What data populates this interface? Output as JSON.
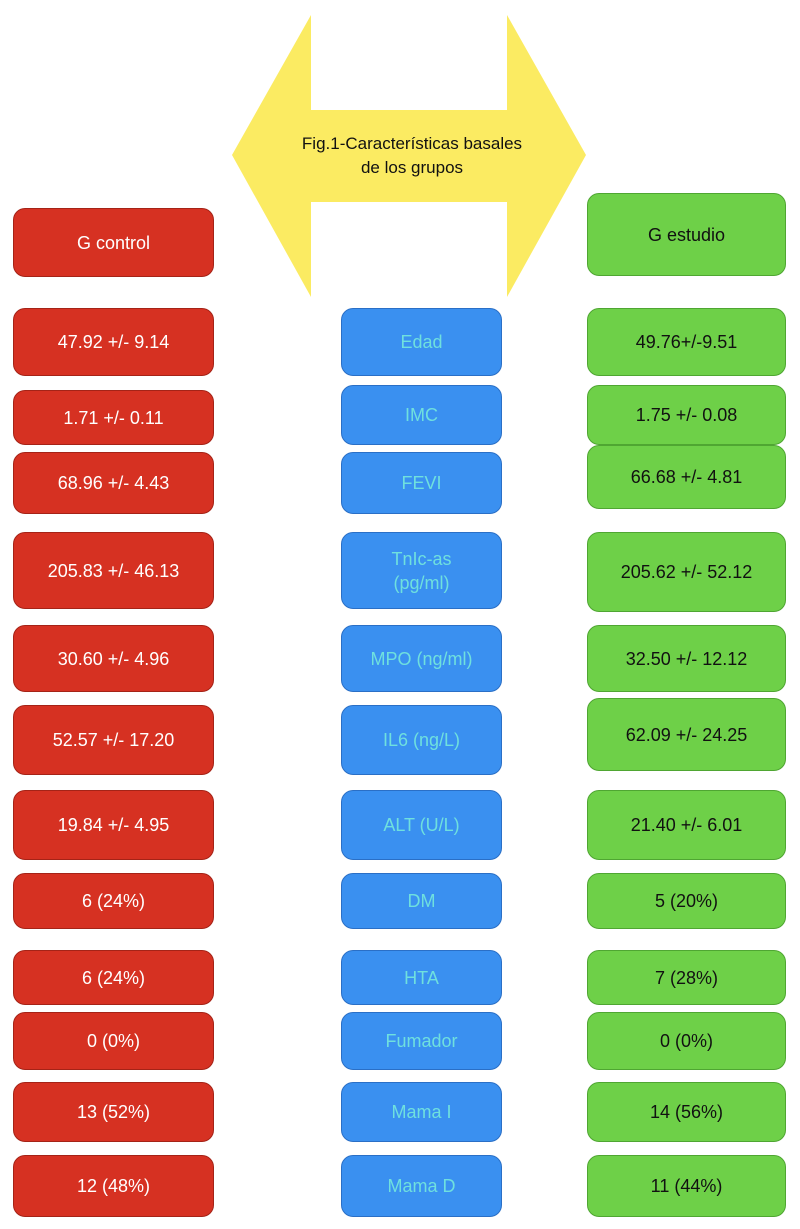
{
  "title_lines": [
    "Fig.1-Características basales",
    "de los grupos"
  ],
  "headers": {
    "control": "G control",
    "study": "G estudio"
  },
  "colors": {
    "control": "#d63122",
    "variable": "#3a90f0",
    "variable_text": "#6fe0de",
    "study": "#6ed048",
    "arrow": "#fbeb62"
  },
  "rows": [
    {
      "variable": "Edad",
      "control": "47.92 +/- 9.14",
      "study": "49.76+/-9.51"
    },
    {
      "variable": "IMC",
      "control": "1.71 +/- 0.11",
      "study": "1.75 +/- 0.08"
    },
    {
      "variable": "FEVI",
      "control": "68.96 +/- 4.43",
      "study": "66.68 +/- 4.81"
    },
    {
      "variable": "TnIc-as\n(pg/ml)",
      "control": "205.83 +/- 46.13",
      "study": "205.62 +/- 52.12"
    },
    {
      "variable": "MPO (ng/ml)",
      "control": "30.60 +/- 4.96",
      "study": "32.50 +/- 12.12"
    },
    {
      "variable": "IL6 (ng/L)",
      "control": "52.57 +/- 17.20",
      "study": "62.09 +/- 24.25"
    },
    {
      "variable": "ALT (U/L)",
      "control": "19.84 +/- 4.95",
      "study": "21.40 +/- 6.01"
    },
    {
      "variable": "DM",
      "control": "6 (24%)",
      "study": "5 (20%)"
    },
    {
      "variable": "HTA",
      "control": "6 (24%)",
      "study": "7 (28%)"
    },
    {
      "variable": "Fumador",
      "control": "0 (0%)",
      "study": "0 (0%)"
    },
    {
      "variable": "Mama I",
      "control": "13 (52%)",
      "study": "14 (56%)"
    },
    {
      "variable": "Mama D",
      "control": "12 (48%)",
      "study": "11 (44%)"
    }
  ]
}
